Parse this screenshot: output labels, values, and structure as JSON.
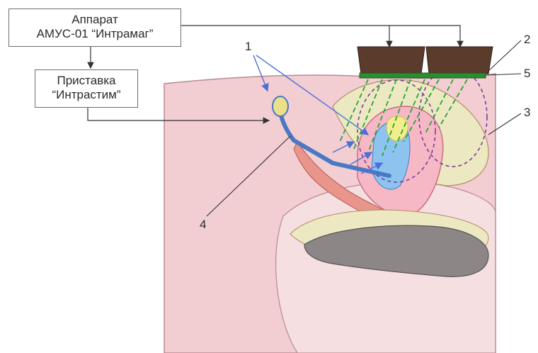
{
  "boxes": {
    "apparat": {
      "line1": "Аппарат",
      "line2": "АМУС-01 “Интрамаг”"
    },
    "pristavka": {
      "line1": "Приставка",
      "line2": "“Интрастим”"
    }
  },
  "labels": {
    "n1": "1",
    "n2": "2",
    "n3": "3",
    "n4": "4",
    "n5": "5"
  },
  "colors": {
    "skin": "#f2cdd2",
    "skin_edge": "#b98a90",
    "uterus": "#f6b8c4",
    "bladder": "#ece8c2",
    "rectum": "#8c8686",
    "inductor": "#5a3b2c",
    "pad": "#2d8c2f",
    "probe": "#4a78c4",
    "field_lines": "#2aa33a",
    "dashed": "#7a3e9e",
    "blue_zone": "#8cc4ef",
    "yellow_zone": "#f3ee8c",
    "arrow_blue": "#4a6fd6"
  }
}
